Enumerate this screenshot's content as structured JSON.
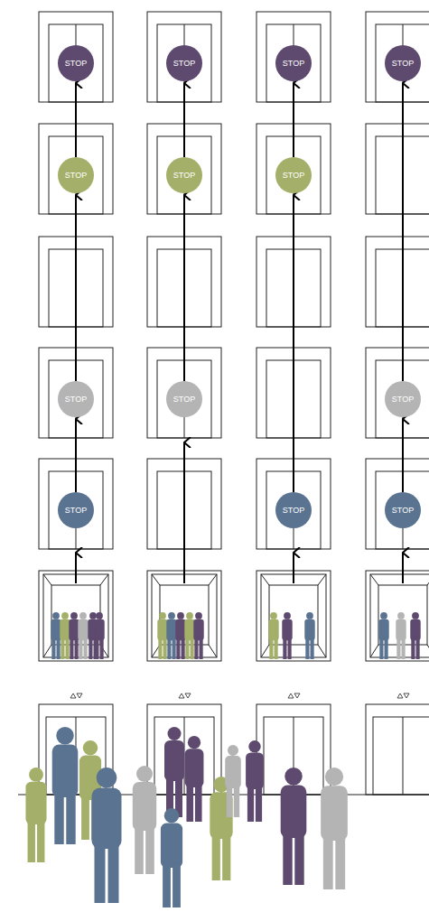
{
  "diagram": {
    "nodes": [
      {
        "text": [
          "STOP"
        ]
      },
      {
        "text": [
          "STOP"
        ]
      },
      {
        "text": [
          "STOP"
        ]
      },
      {
        "text": [
          "STOP"
        ]
      },
      {
        "text": [
          "STOP"
        ]
      },
      {
        "text": [
          "STOP"
        ]
      },
      {
        "text": [
          "STOP"
        ]
      },
      {
        "text": [
          "STOP"
        ]
      },
      {
        "text": [
          "STOP"
        ]
      },
      {
        "text": [
          "STOP"
        ]
      },
      {
        "text": [
          "STOP"
        ]
      },
      {
        "text": [
          "STOP"
        ]
      },
      {
        "text": [
          "STOP"
        ]
      }
    ],
    "edges": [
      {
        "from": 10,
        "to": 7,
        "arrow": "to"
      },
      {
        "from": 7,
        "to": 4,
        "arrow": "to"
      },
      {
        "from": 4,
        "to": 0,
        "arrow": "to"
      },
      {
        "from": 8,
        "to": 5,
        "arrow": "to"
      },
      {
        "from": 5,
        "to": 1,
        "arrow": "to"
      },
      {
        "from": 11,
        "to": 6,
        "arrow": "to"
      },
      {
        "from": 6,
        "to": 2,
        "arrow": "to"
      },
      {
        "from": 12,
        "to": 9,
        "arrow": "to"
      },
      {
        "from": 9,
        "to": 3,
        "arrow": "to"
      }
    ]
  }
}
